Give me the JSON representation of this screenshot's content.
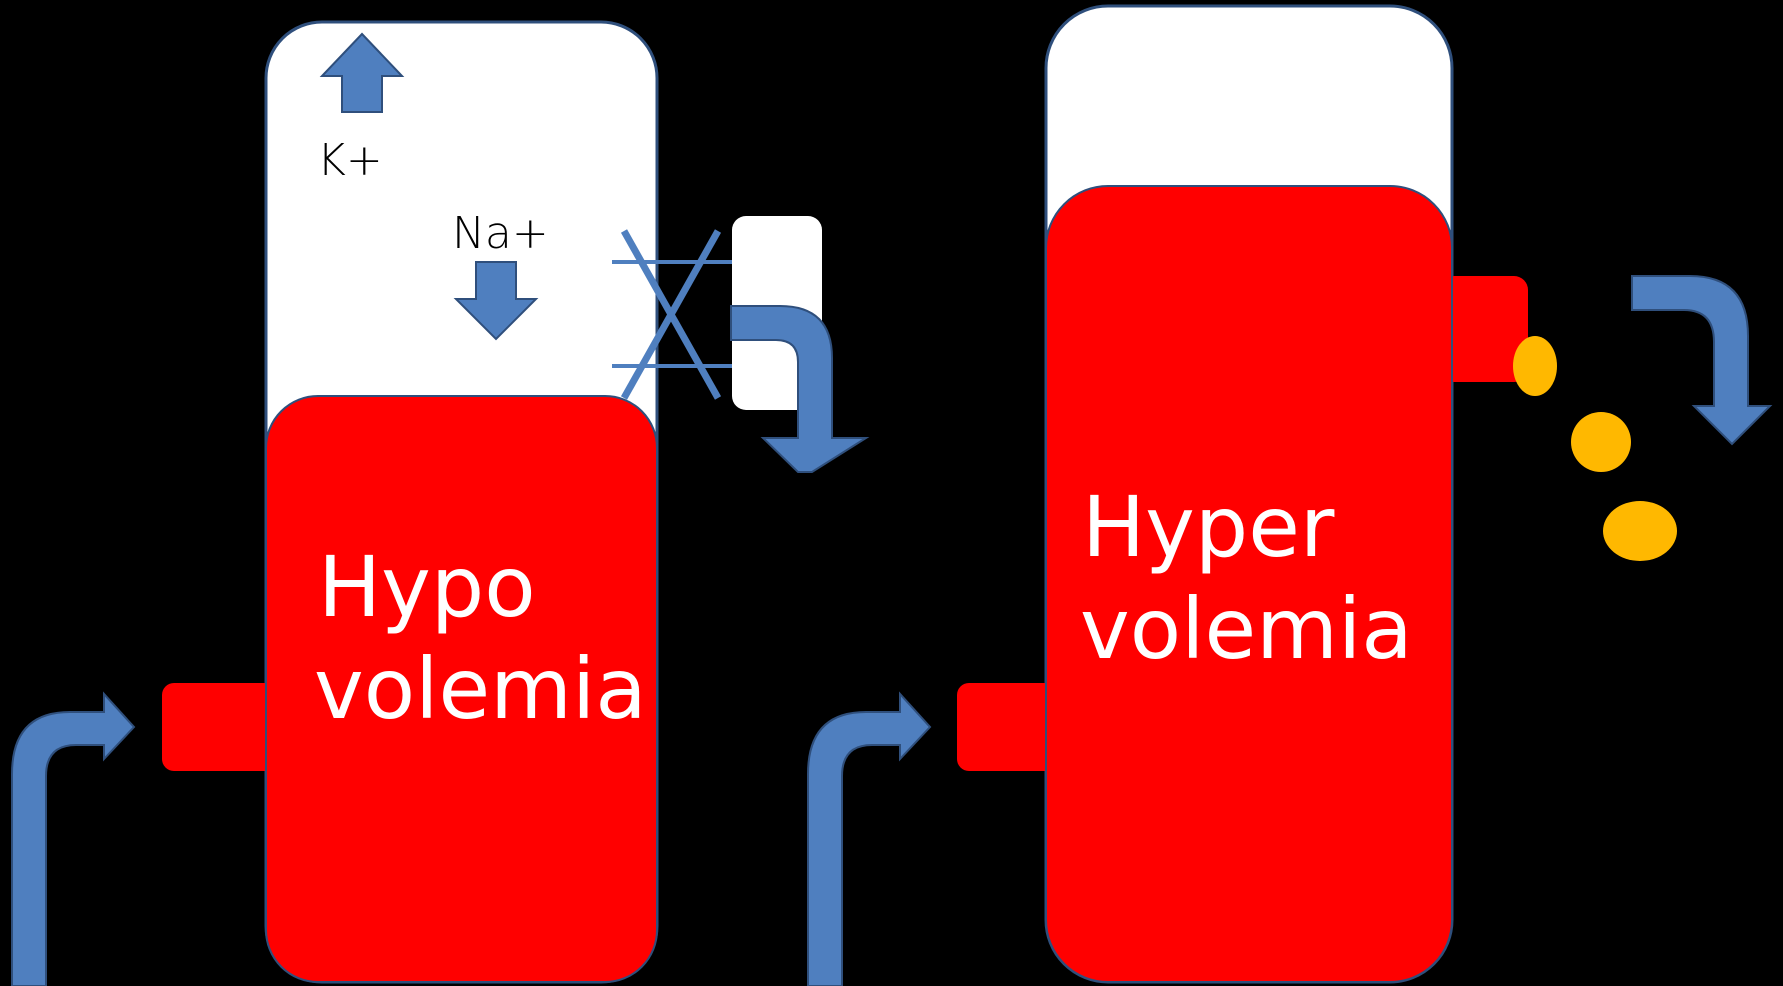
{
  "colors": {
    "background": "#000000",
    "blood": "#ff0000",
    "vessel_fill": "#ffffff",
    "outline": "#2f4f7c",
    "arrow": "#4f7fbf",
    "droplet": "#ffb800"
  },
  "left_tank": {
    "ion_up": "K+",
    "ion_down": "Na+",
    "line1": "Hypo",
    "line2": "volemia",
    "outlet_blocked": true
  },
  "right_tank": {
    "line1": "Hyper",
    "line2": "volemia",
    "droplets": 3
  }
}
